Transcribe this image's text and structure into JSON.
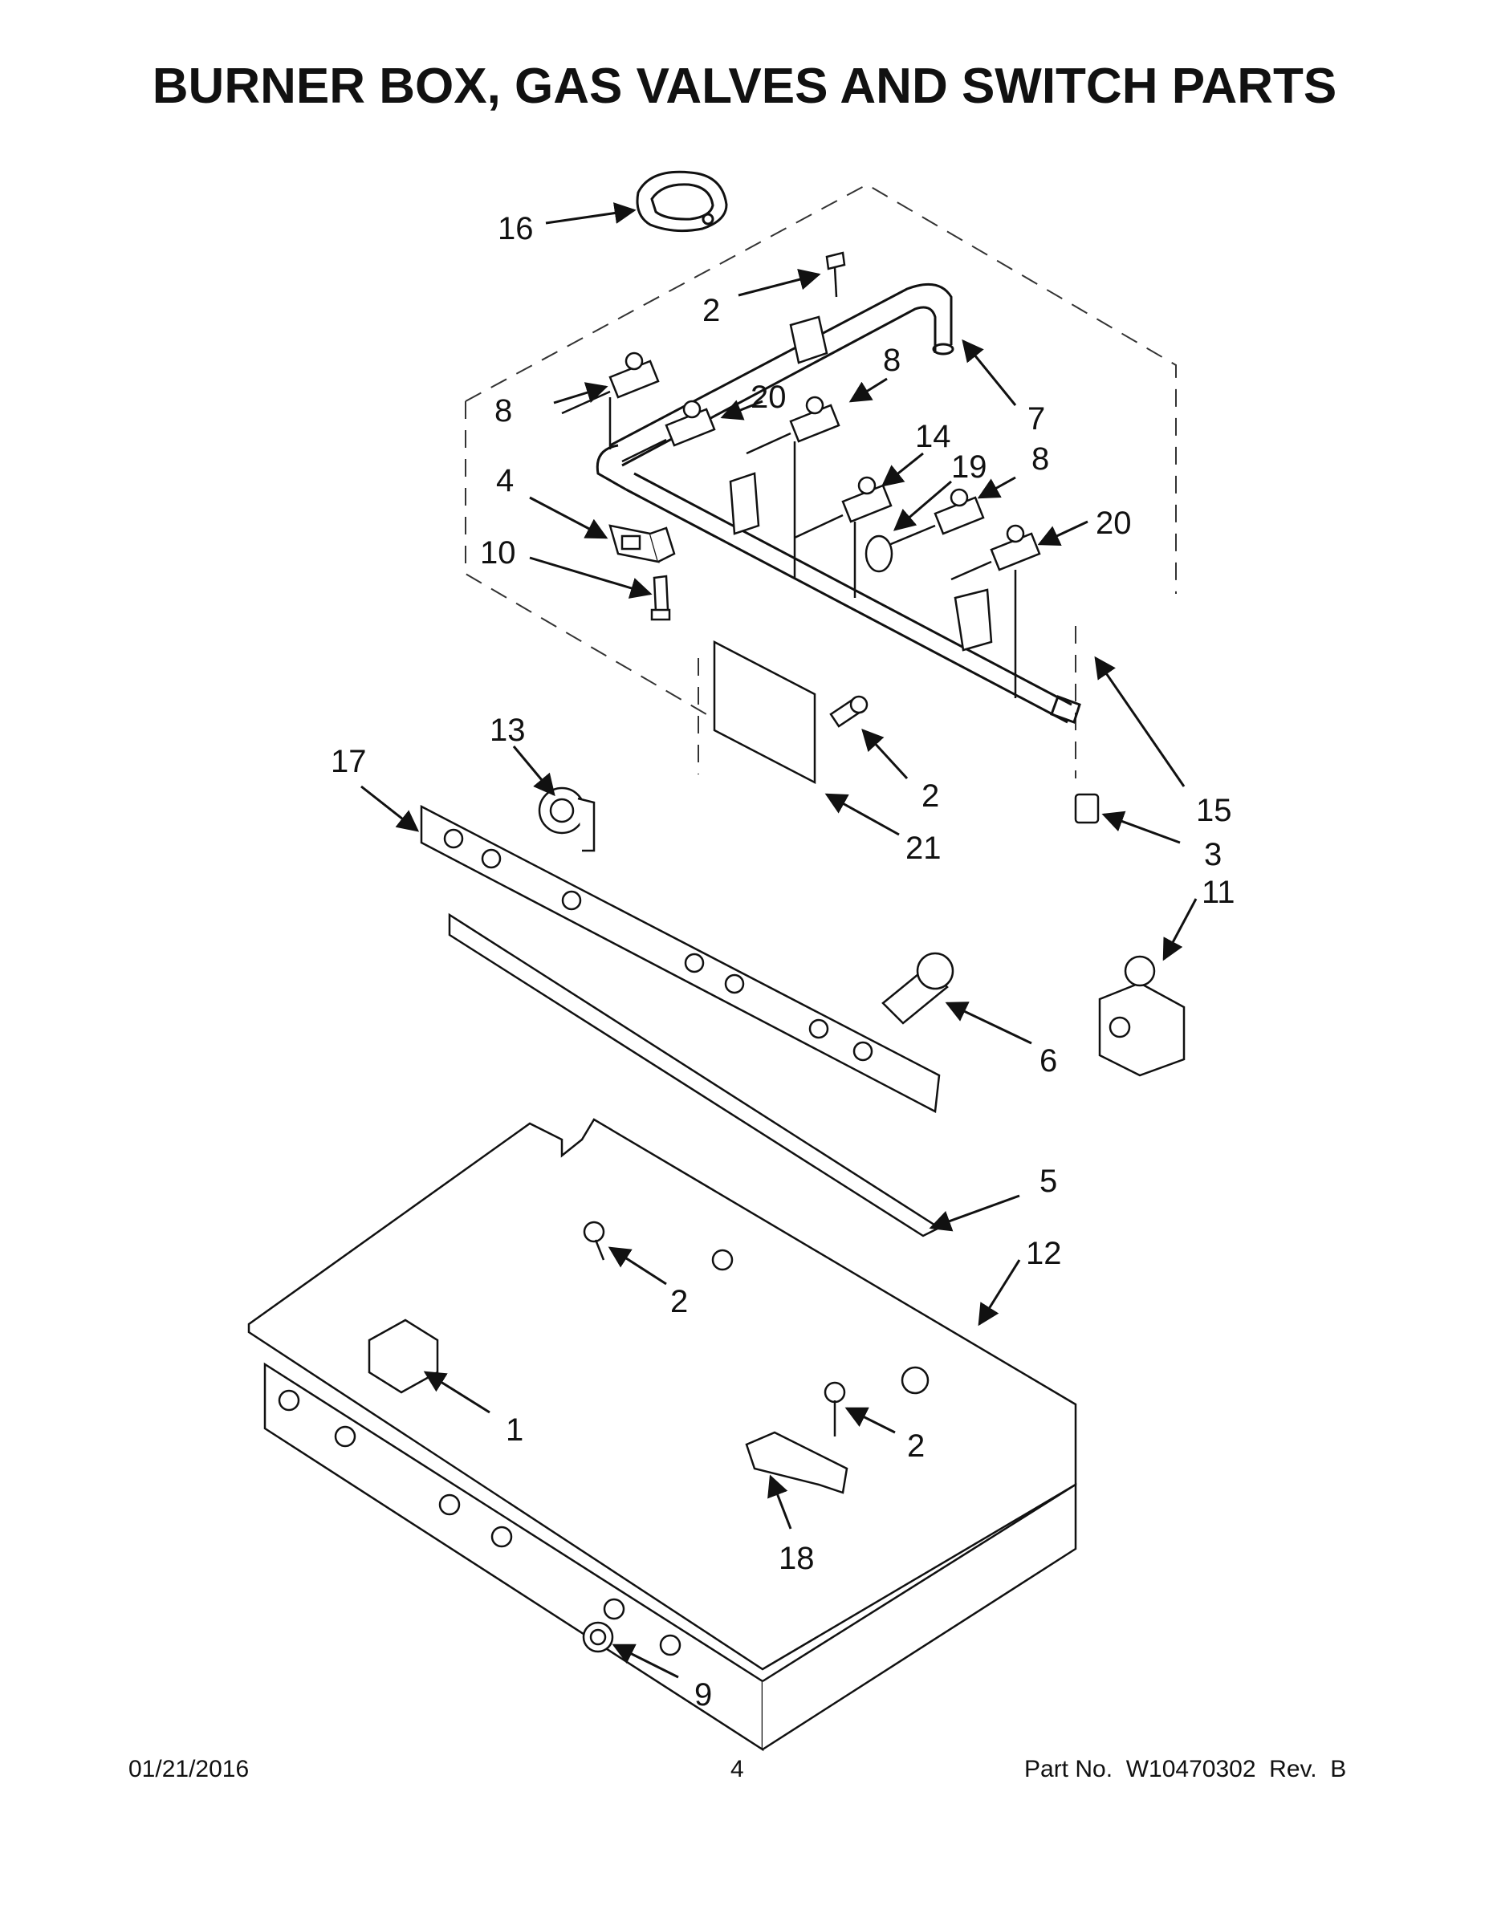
{
  "title": "BURNER BOX, GAS VALVES AND SWITCH PARTS",
  "callouts": [
    "16",
    "2",
    "8",
    "20",
    "8",
    "7",
    "14",
    "19",
    "8",
    "20",
    "4",
    "10",
    "13",
    "17",
    "2",
    "21",
    "15",
    "3",
    "11",
    "6",
    "5",
    "12",
    "2",
    "1",
    "2",
    "18",
    "9"
  ],
  "footer": {
    "date": "01/21/2016",
    "page": "4",
    "part": "Part No.  W10470302  Rev.  B"
  }
}
